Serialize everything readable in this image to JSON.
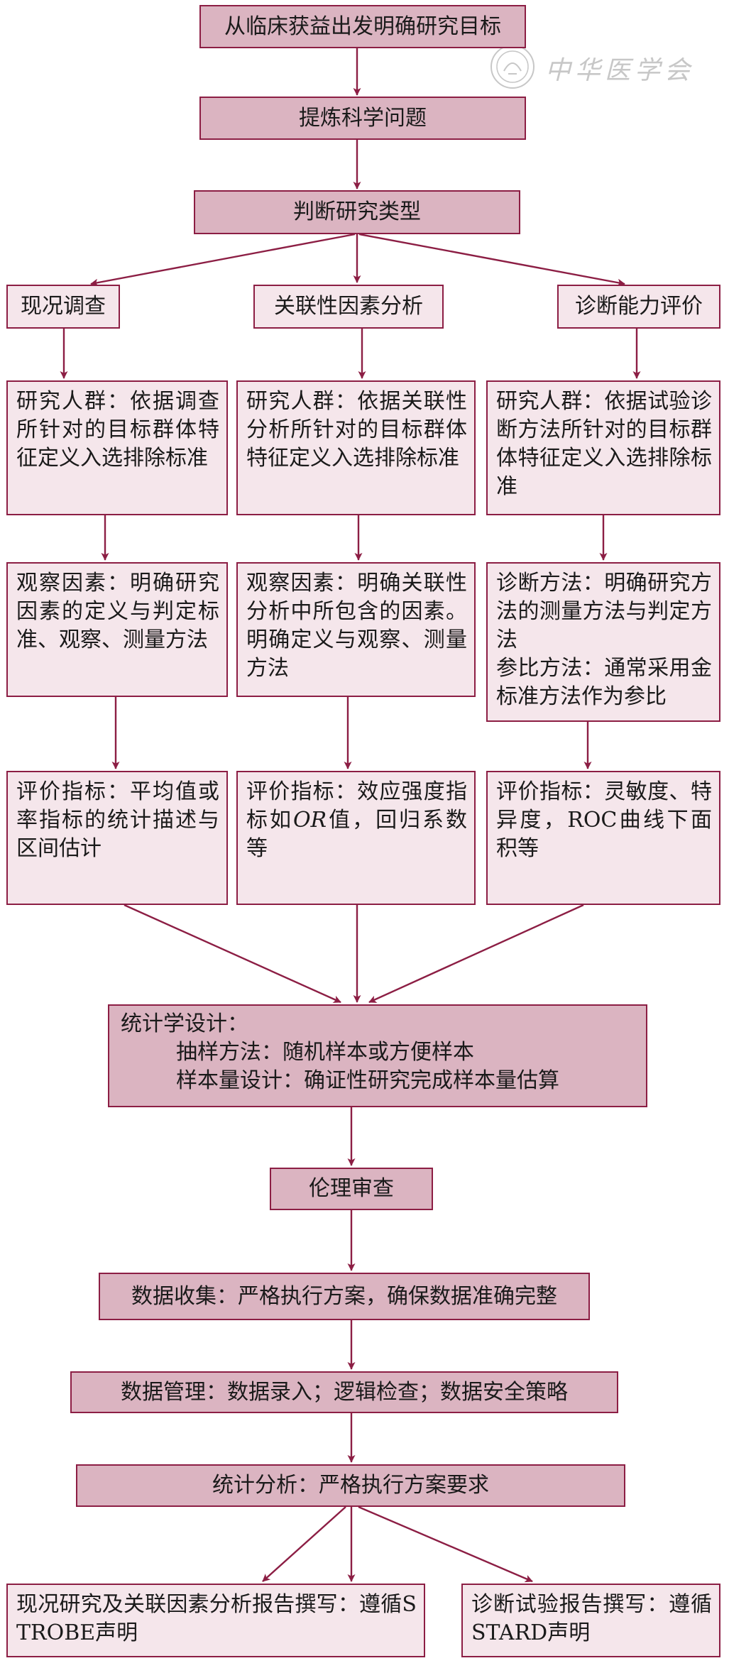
{
  "nodes": {
    "goal": "从临床获益出发明确研究目标",
    "question": "提炼科学问题",
    "type": "判断研究类型",
    "survey": "现况调查",
    "association": "关联性因素分析",
    "diagnosis": "诊断能力评价",
    "survey_population": "研究人群：依据调查所针对的目标群体特征定义入选排除标准",
    "assoc_population": "研究人群：依据关联性分析所针对的目标群体特征定义入选排除标准",
    "diag_population": "研究人群：依据试验诊断方法所针对的目标群体特征定义入选排除标准",
    "survey_factor": "观察因素：明确研究因素的定义与判定标准、观察、测量方法",
    "assoc_factor": "观察因素：明确关联性分析中所包含的因素。明确定义与观察、测量方法",
    "diag_method": "诊断方法：明确研究方法的测量方法与判定方法",
    "diag_reference": "参比方法：通常采用金标准方法作为参比",
    "survey_index": "评价指标：平均值或率指标的统计描述与区间估计",
    "assoc_index_pre": "评价指标：效应强度指标如",
    "assoc_index_or": "OR",
    "assoc_index_post": "值，回归系数等",
    "diag_index": "评价指标：灵敏度、特异度，ROC曲线下面积等",
    "stat_design_title": "统计学设计：",
    "stat_design_sampling": "抽样方法：随机样本或方便样本",
    "stat_design_size": "样本量设计：确证性研究完成样本量估算",
    "ethics": "伦理审查",
    "collection": "数据收集：严格执行方案，确保数据准确完整",
    "management": "数据管理：数据录入；逻辑检查；数据安全策略",
    "analysis": "统计分析：严格执行方案要求",
    "report_strobe": "现况研究及关联因素分析报告撰写：遵循STROBE声明",
    "report_stard": "诊断试验报告撰写：遵循STARD声明"
  },
  "watermark": "中华医学会",
  "colors": {
    "border": "#8c1e44",
    "arrow": "#8c1e44",
    "fill_dark": "#dbb4c1",
    "fill_light": "#f5e6eb"
  }
}
